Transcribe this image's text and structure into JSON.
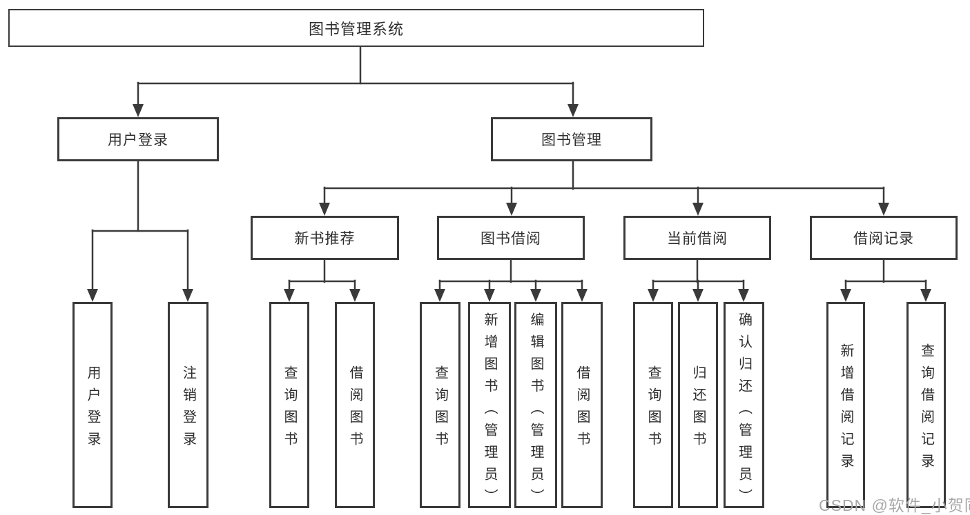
{
  "diagram": {
    "title": "图书管理系统",
    "level2": {
      "user_login": {
        "label": "用户登录",
        "children": [
          "用户登录",
          "注销登录"
        ]
      },
      "book_mgmt": {
        "label": "图书管理"
      }
    },
    "level3": {
      "new_books": {
        "label": "新书推荐",
        "children": [
          "查询图书",
          "借阅图书"
        ]
      },
      "book_borrow": {
        "label": "图书借阅",
        "children": [
          "查询图书",
          "新增图书（管理员）",
          "编辑图书（管理员）",
          "借阅图书"
        ]
      },
      "current_borrow": {
        "label": "当前借阅",
        "children": [
          "查询图书",
          "归还图书",
          "确认归还（管理员）"
        ]
      },
      "borrow_records": {
        "label": "借阅记录",
        "children": [
          "新增借阅记录",
          "查询借阅记录"
        ]
      }
    },
    "watermark": "CSDN @软件_小贺同学",
    "colors": {
      "line": "#3a3a3a",
      "text": "#2e2e2e",
      "watermark": "#a8a8a8",
      "background": "#ffffff"
    }
  }
}
